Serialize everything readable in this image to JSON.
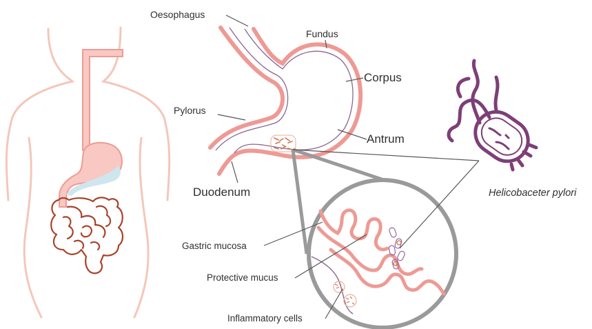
{
  "labels": {
    "oesophagus": "Oesophagus",
    "fundus": "Fundus",
    "corpus": "Corpus",
    "pylorus": "Pylorus",
    "antrum": "Antrum",
    "duodenum": "Duodenum",
    "h_pylori": "Helicobaceter pylori",
    "gastric_mucosa": "Gastric mucosa",
    "protective_mucus": "Protective mucus",
    "inflammatory_cells": "Inflammatory cells"
  },
  "colors": {
    "body_outline": "#f4c7b9",
    "stomach_wall": "#ee9a94",
    "stomach_fill": "#f9c8c2",
    "stomach_liquid": "#cfe6ef",
    "intestine": "#a8432a",
    "mucus_line": "#8a6593",
    "bacterium": "#7d3f78",
    "magnifier": "#9a9a9a",
    "leader": "#555555"
  }
}
